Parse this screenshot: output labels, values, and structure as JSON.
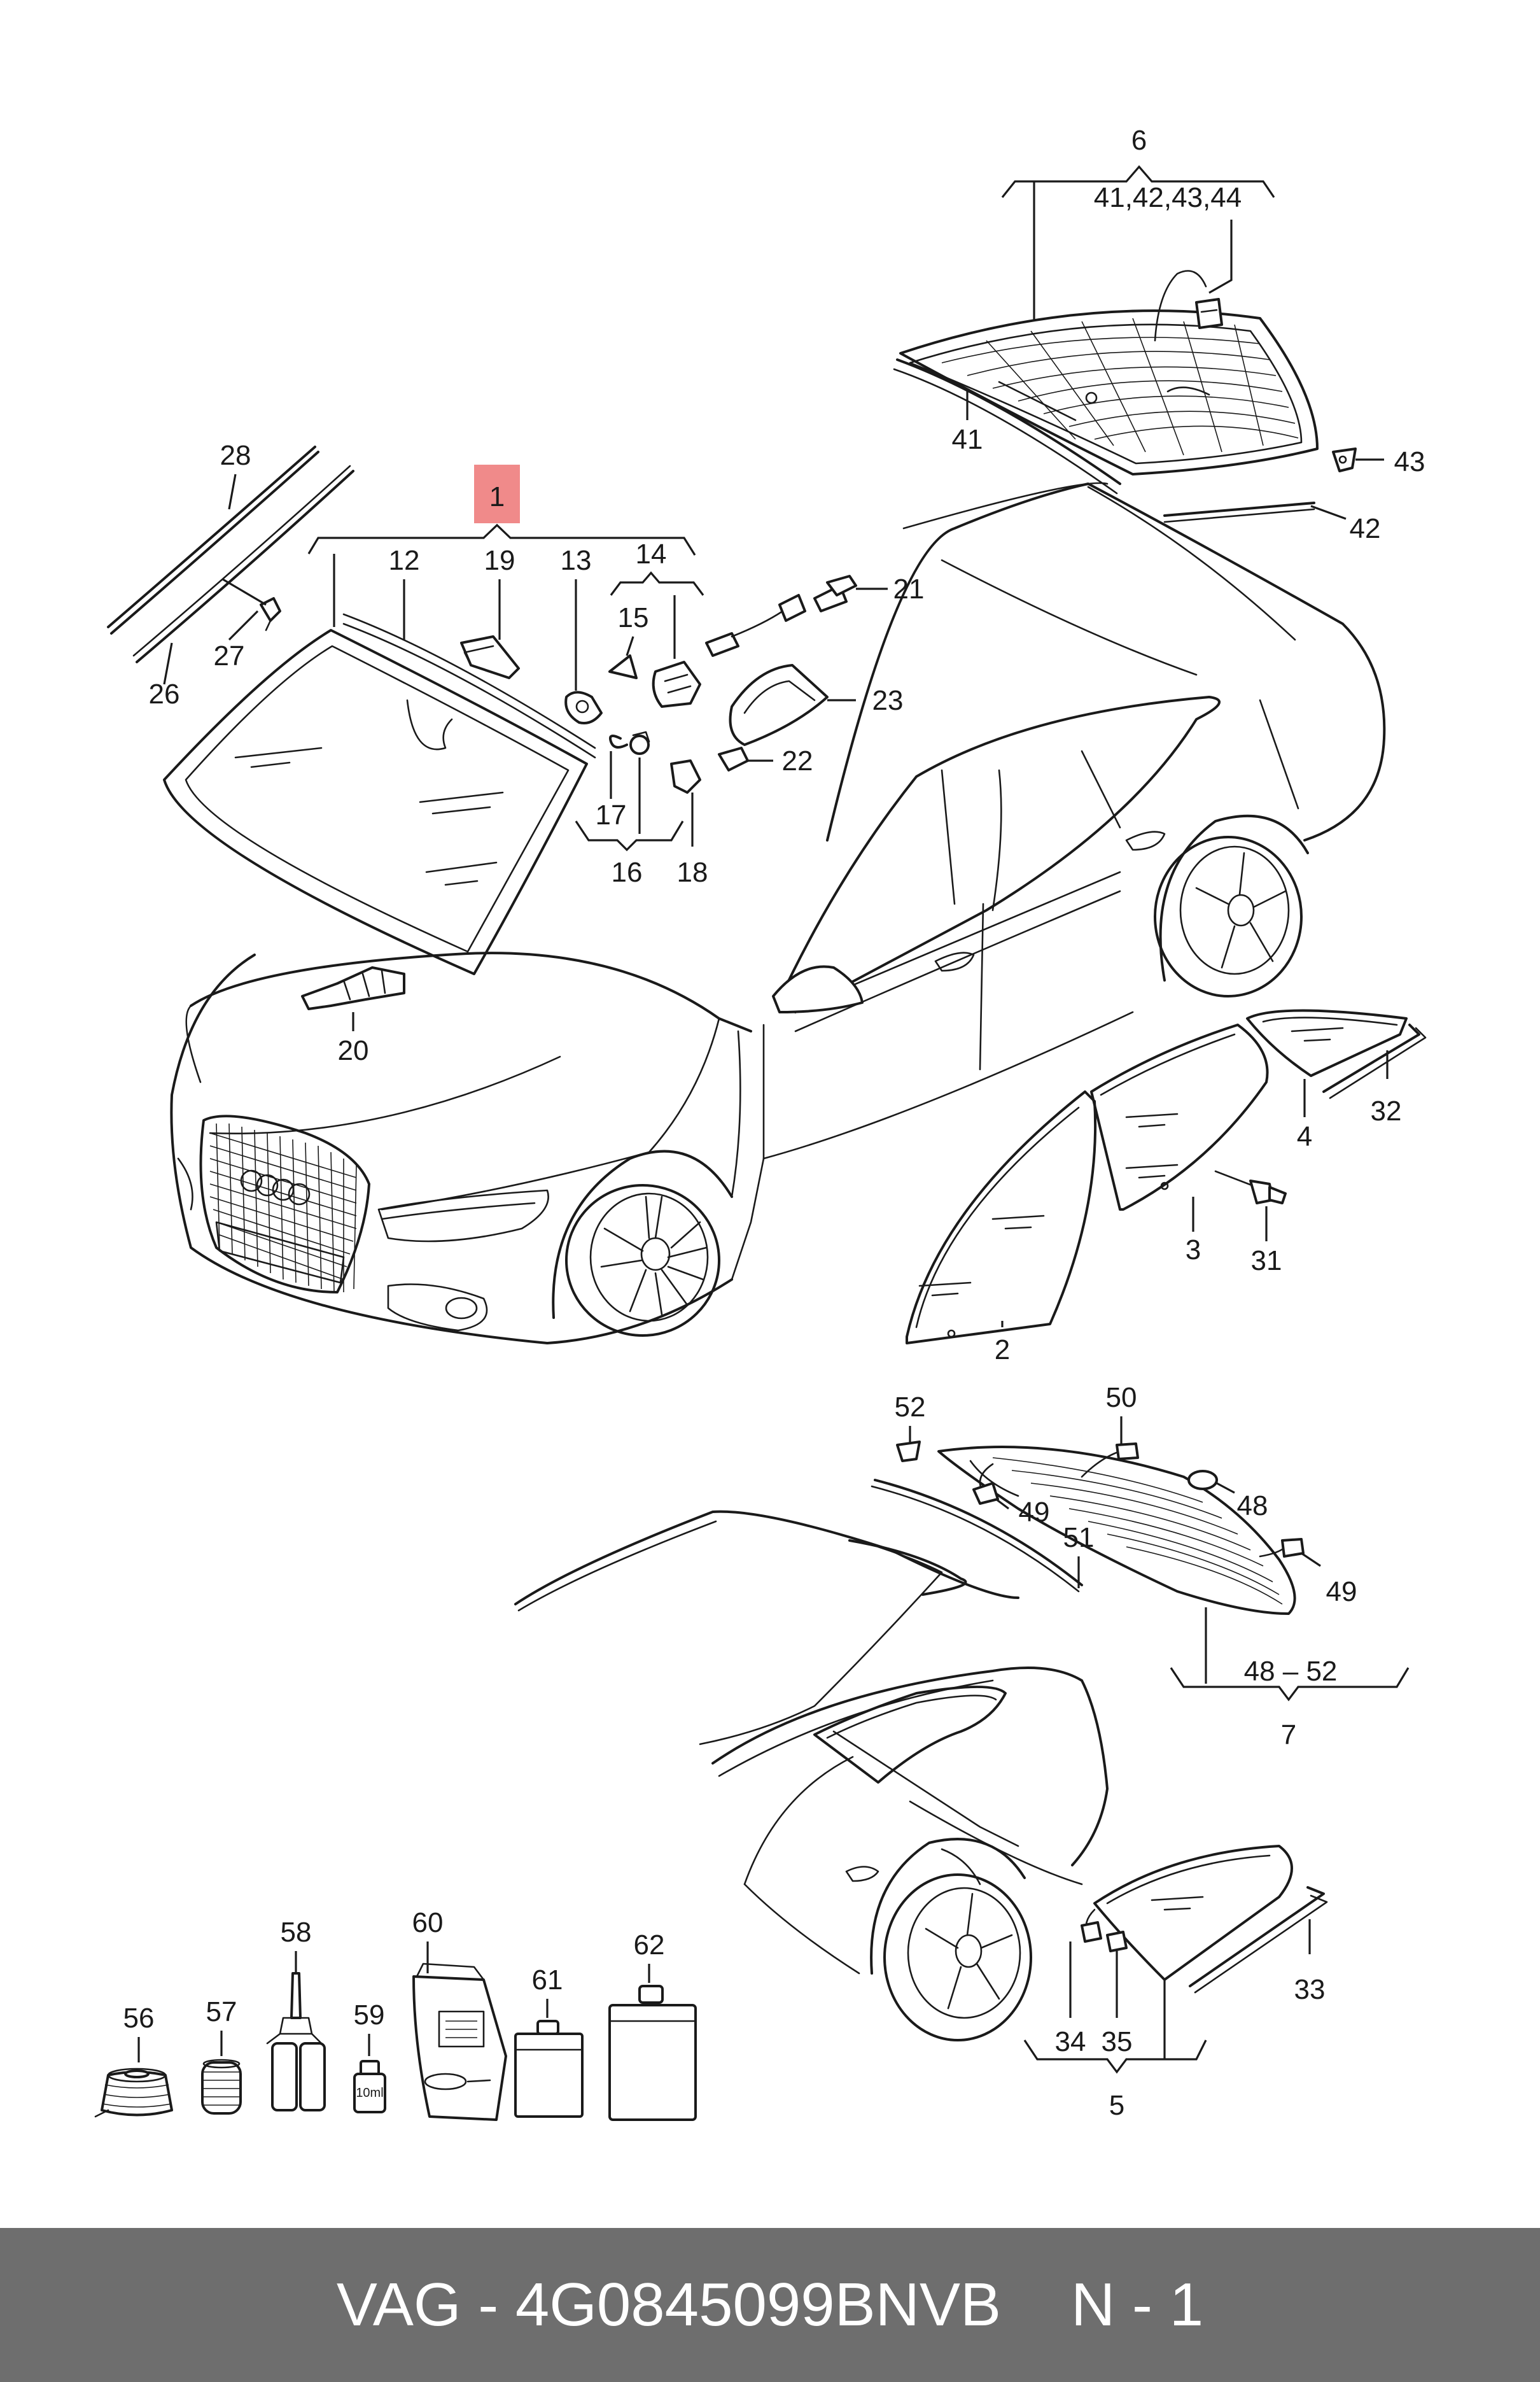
{
  "footer": {
    "part_text": "VAG - 4G0845099BNVB",
    "page_text": "N - 1"
  },
  "highlight_color": "#f08a8a",
  "callouts": {
    "c1": "1",
    "c2": "2",
    "c3": "3",
    "c4": "4",
    "c5": "5",
    "c6": "6",
    "c7": "7",
    "c12": "12",
    "c13": "13",
    "c14": "14",
    "c15": "15",
    "c16": "16",
    "c17": "17",
    "c18": "18",
    "c19": "19",
    "c20": "20",
    "c21": "21",
    "c22": "22",
    "c23": "23",
    "c26": "26",
    "c27": "27",
    "c28": "28",
    "c31": "31",
    "c32": "32",
    "c33": "33",
    "c34": "34",
    "c35": "35",
    "c41": "41",
    "c41_44": "41,42,43,44",
    "c42": "42",
    "c43": "43",
    "c48": "48",
    "c48_52": "48 – 52",
    "c49a": "49",
    "c49b": "49",
    "c50": "50",
    "c51": "51",
    "c52": "52",
    "c56": "56",
    "c57": "57",
    "c58": "58",
    "c59": "59",
    "c60": "60",
    "c61": "61",
    "c62": "62"
  },
  "packaging_text": {
    "bottle_label": "10ml"
  }
}
